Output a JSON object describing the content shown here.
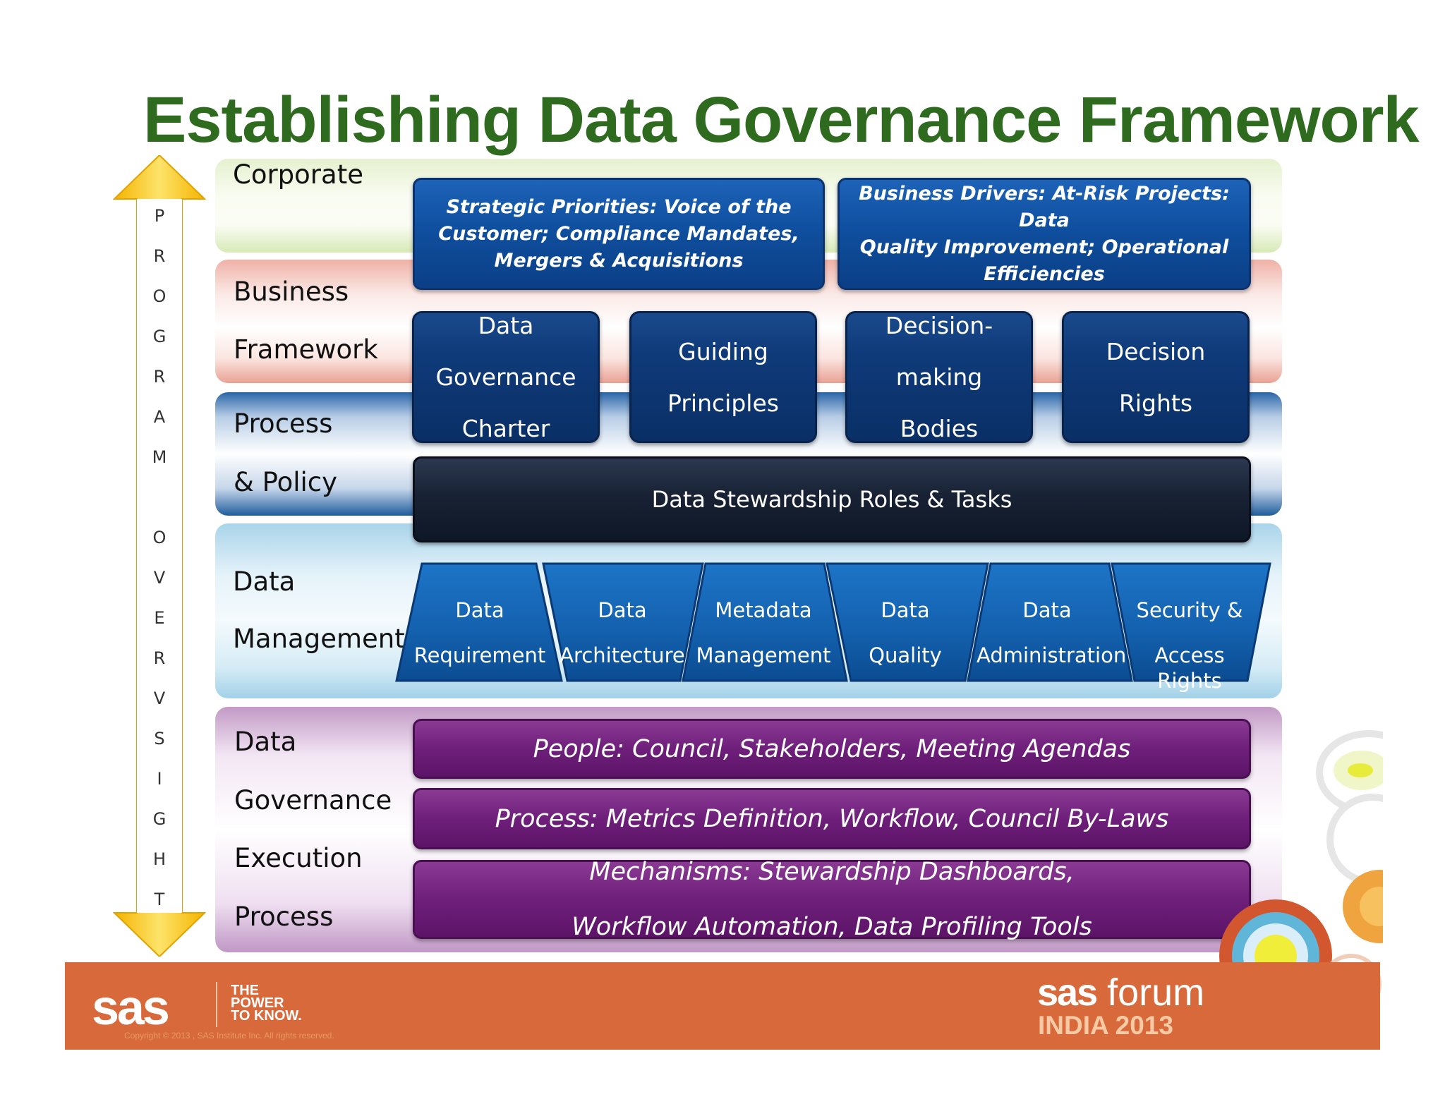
{
  "title": "Establishing Data Governance Framework",
  "program_oversight_letters": [
    "P",
    "R",
    "O",
    "G",
    "R",
    "A",
    "M",
    "",
    "O",
    "V",
    "E",
    "R",
    "V",
    "S",
    "I",
    "G",
    "H",
    "T"
  ],
  "bands": {
    "corporate": "Corporate",
    "business": [
      "Business",
      "Framework"
    ],
    "process": [
      "Process",
      "& Policy"
    ],
    "data_management": [
      "Data",
      "Management"
    ],
    "dg_execution": [
      "Data",
      "Governance",
      "Execution",
      "Process"
    ]
  },
  "corporate_boxes": [
    [
      "Strategic Priorities: Voice of the",
      "Customer; Compliance Mandates,",
      "Mergers & Acquisitions"
    ],
    [
      "Business Drivers: At-Risk Projects: Data",
      "Quality Improvement; Operational",
      "Efficiencies"
    ]
  ],
  "framework_boxes": [
    [
      "Data",
      "Governance",
      "Charter"
    ],
    [
      "Guiding",
      "Principles"
    ],
    [
      "Decision-",
      "making",
      "Bodies"
    ],
    [
      "Decision",
      "Rights"
    ]
  ],
  "stewardship": "Data Stewardship Roles & Tasks",
  "data_management_items": [
    [
      "Data",
      "Requirement"
    ],
    [
      "Data",
      "Architecture"
    ],
    [
      "Metadata",
      "Management"
    ],
    [
      "Data",
      "Quality"
    ],
    [
      "Data",
      "Administration"
    ],
    [
      "Security &",
      "Access",
      "Rights"
    ]
  ],
  "execution_boxes": {
    "people": "People:  Council, Stakeholders, Meeting Agendas",
    "process": "Process:  Metrics Definition, Workflow, Council By-Laws",
    "mechanisms": [
      "Mechanisms:  Stewardship Dashboards,",
      "Workflow Automation, Data Profiling Tools"
    ]
  },
  "footer": {
    "logo": "sas",
    "tagline": [
      "THE",
      "POWER",
      "TO KNOW."
    ],
    "copyright": "Copyright © 2013 , SAS Institute Inc. All rights reserved.",
    "forum_brand": "sas",
    "forum_word": "forum",
    "event": "INDIA 2013"
  },
  "colors": {
    "title": "#2e6b1f",
    "arrow": "#f6c21a",
    "blue_box": "#0f4f9f",
    "navy_box": "#0f3b7a",
    "dark_box": "#182234",
    "purple_box": "#6e1f7a",
    "footer": "#d8693a"
  }
}
